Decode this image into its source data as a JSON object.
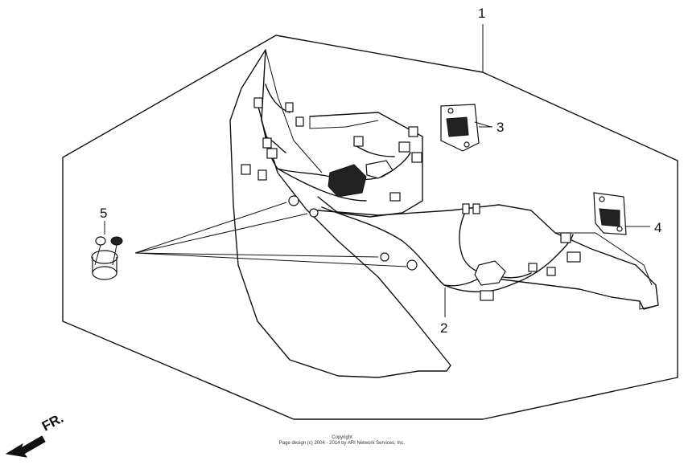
{
  "callouts": [
    {
      "id": "1",
      "text": "1"
    },
    {
      "id": "2",
      "text": "2"
    },
    {
      "id": "3",
      "text": "3"
    },
    {
      "id": "4",
      "text": "4"
    },
    {
      "id": "5",
      "text": "5"
    }
  ],
  "direction": {
    "label": "FR."
  },
  "copyright": {
    "line1": "Copyright",
    "line2": "Page design (c) 2004 - 2014 by ARI Network Services, Inc."
  }
}
